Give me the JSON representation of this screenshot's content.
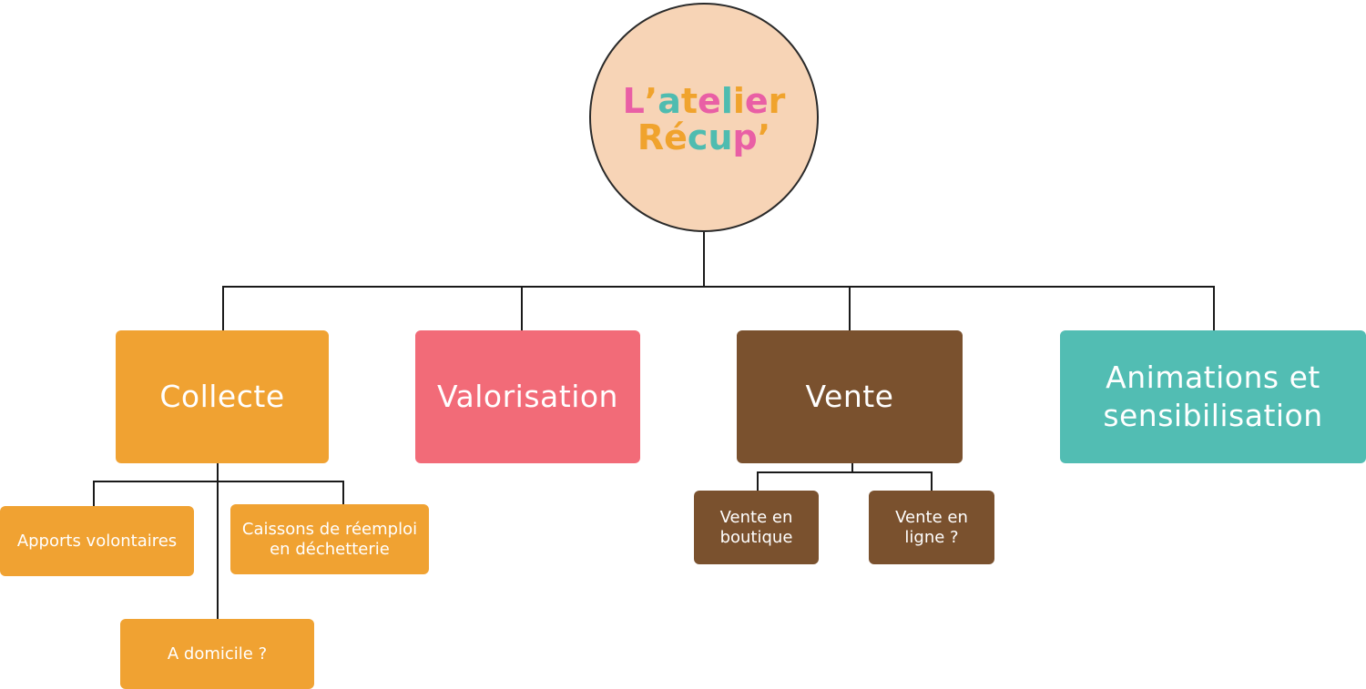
{
  "logo": {
    "line1": [
      {
        "ch": "L",
        "color": "#e95fa5"
      },
      {
        "ch": "’",
        "color": "#f0a32d"
      },
      {
        "ch": "a",
        "color": "#4fbcb0"
      },
      {
        "ch": "t",
        "color": "#f0a32d"
      },
      {
        "ch": "e",
        "color": "#e95fa5"
      },
      {
        "ch": "l",
        "color": "#4fbcb0"
      },
      {
        "ch": "i",
        "color": "#f0a32d"
      },
      {
        "ch": "e",
        "color": "#e95fa5"
      },
      {
        "ch": "r",
        "color": "#f0a32d"
      }
    ],
    "line2": [
      {
        "ch": "R",
        "color": "#f0a32d"
      },
      {
        "ch": "é",
        "color": "#f0a32d"
      },
      {
        "ch": "c",
        "color": "#4fbcb0"
      },
      {
        "ch": "u",
        "color": "#4fbcb0"
      },
      {
        "ch": "p",
        "color": "#e95fa5"
      },
      {
        "ch": "’",
        "color": "#f0a32d"
      }
    ],
    "circle_color": "#f7d4b6"
  },
  "nodes": {
    "collecte": {
      "label": "Collecte",
      "color": "#f0a232"
    },
    "valorisation": {
      "label": "Valorisation",
      "color": "#f26b78"
    },
    "vente": {
      "label": "Vente",
      "color": "#7a512e"
    },
    "animations": {
      "label": "Animations et\nsensibilisation",
      "color": "#52bdb3"
    },
    "apports": {
      "label": "Apports volontaires",
      "color": "#f0a232"
    },
    "caissons": {
      "label": "Caissons de réemploi\nen déchetterie",
      "color": "#f0a232"
    },
    "domicile": {
      "label": "A domicile ?",
      "color": "#f0a232"
    },
    "boutique": {
      "label": "Vente en\nboutique",
      "color": "#7a512e"
    },
    "ligne": {
      "label": "Vente en\nligne ?",
      "color": "#7a512e"
    }
  }
}
